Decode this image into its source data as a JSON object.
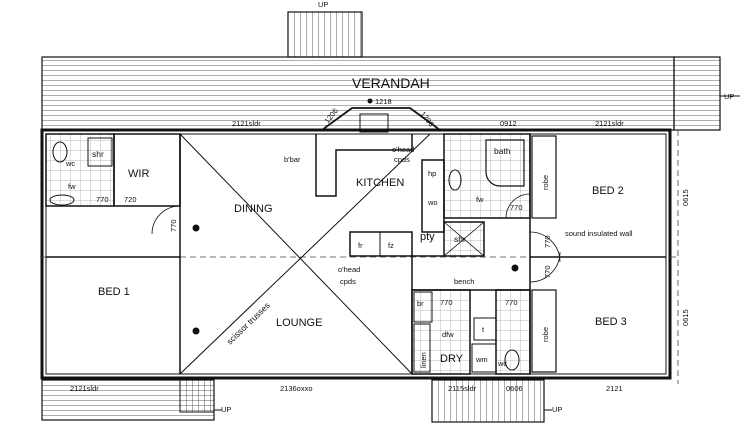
{
  "labels": {
    "up_top": "UP",
    "up_right": "UP",
    "up_bottom_left": "UP",
    "up_bottom_right": "UP",
    "verandah": "VERANDAH",
    "kitchen": "KITCHEN",
    "dining": "DINING",
    "lounge": "LOUNGE",
    "bed1": "BED 1",
    "bed2": "BED 2",
    "bed3": "BED 3",
    "wir": "WIR",
    "dry": "DRY",
    "pty": "pty",
    "bath": "bath",
    "bench": "bench",
    "shr1": "shr",
    "shr2": "shr",
    "wc1": "wc",
    "wc2": "wc",
    "fw1": "fw",
    "fw2": "fw",
    "dfw": "dfw",
    "wm": "wm",
    "t": "t",
    "br": "br",
    "linen": "linen",
    "robe1": "robe",
    "robe2": "robe",
    "hp": "hp",
    "wo": "wo",
    "fr": "fr",
    "fz": "fz",
    "bbar": "b'bar",
    "ohead1": "o'head",
    "cpds1": "cpds",
    "ohead2": "o'head",
    "cpds2": "cpds",
    "scissor": "scissor trusses",
    "sound": "sound insulated wall"
  },
  "dimensions": {
    "d2121sldr_tl": "2121sldr",
    "d1206_l": "1206",
    "d1218": "1218",
    "d1206_r": "1206",
    "d0912": "0912",
    "d2121sldr_tr": "2121sldr",
    "d0615_a": "0615",
    "d0615_b": "0615",
    "d770_wir": "770",
    "d720": "720",
    "d770_dining": "770",
    "d770_bath": "770",
    "d770_hall1": "770",
    "d770_hall2": "770",
    "d770_laundry": "770",
    "d770_bed3": "770",
    "d2121sldr_bl": "2121sldr",
    "d2136oxxo": "2136oxxo",
    "d2115sldr": "2115sldr",
    "d0606": "0606",
    "d2121_br": "2121"
  }
}
